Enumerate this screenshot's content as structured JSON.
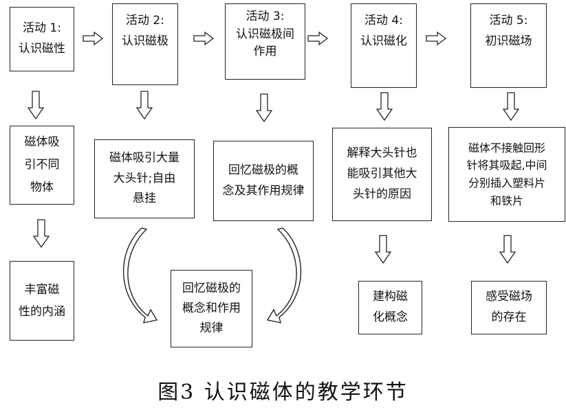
{
  "activities": [
    {
      "title": "活动 1:\n认识磁性"
    },
    {
      "title": "活动 2:\n认识磁极"
    },
    {
      "title": "活动 3:\n认识磁极间\n作用"
    },
    {
      "title": "活动 4:\n认识磁化"
    },
    {
      "title": "活动 5:\n初识磁场"
    }
  ],
  "steps": [
    {
      "text": "磁体吸\n引不同\n物体"
    },
    {
      "text": "磁体吸引大量\n大头针;自由\n悬挂"
    },
    {
      "text": "回忆磁极的概\n念及其作用规律"
    },
    {
      "text": "解释大头针也\n能吸引其他大\n头针的原因"
    },
    {
      "text": "磁体不接触回形\n针将其吸起,中间\n分别插入塑料片\n和铁片"
    }
  ],
  "outcomes": [
    {
      "text": "丰富磁\n性的内涵"
    },
    {
      "text": "回忆磁极的\n概念和作用\n规律"
    },
    {
      "text": "建构磁\n化概念"
    },
    {
      "text": "感受磁场\n的存在"
    }
  ],
  "caption": "图3  认识磁体的教学环节"
}
